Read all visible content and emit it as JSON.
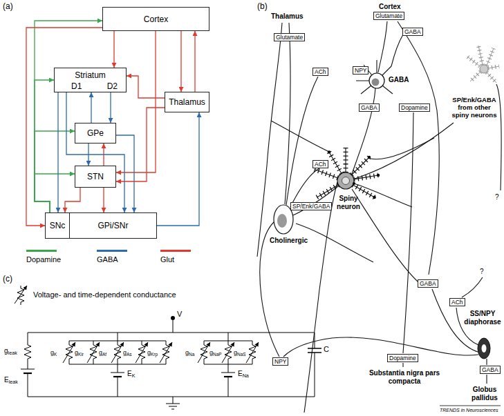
{
  "diagram": {
    "nodes": [
      {
        "text": [
          "Cortex"
        ]
      },
      {
        "text": [
          "Striatum",
          "D1",
          "D2"
        ]
      },
      {
        "text": [
          "GPe"
        ]
      },
      {
        "text": [
          "Thalamus"
        ]
      },
      {
        "text": [
          "STN"
        ]
      },
      {
        "text": [
          "SNc"
        ]
      },
      {
        "text": [
          "GPi/SNr"
        ]
      },
      {
        "text": [
          "Glutamate"
        ]
      },
      {
        "text": [
          "GABA"
        ]
      },
      {
        "text": [
          "Glutamate"
        ]
      },
      {
        "text": [
          "ACh"
        ]
      },
      {
        "text": [
          "NPY"
        ]
      },
      {
        "text": [
          "GABA"
        ]
      },
      {
        "text": [
          "Dopamine"
        ]
      },
      {
        "text": [
          "ACh"
        ]
      },
      {
        "text": [
          "SP/Enk/GABA"
        ]
      },
      {
        "text": [
          "GABA"
        ]
      },
      {
        "text": [
          "ACh"
        ]
      },
      {
        "text": [
          "NPY"
        ]
      },
      {
        "text": [
          "Dopamine"
        ]
      },
      {
        "text": [
          "GABA"
        ]
      }
    ],
    "edges": [
      {
        "from": 5,
        "to": 0,
        "arrow": "to"
      },
      {
        "from": 5,
        "to": 1,
        "arrow": "to"
      },
      {
        "from": 5,
        "to": 2,
        "arrow": "to"
      },
      {
        "from": 5,
        "to": 4,
        "arrow": "to"
      },
      {
        "from": 0,
        "to": 1,
        "arrow": "to"
      },
      {
        "from": 0,
        "to": 3,
        "arrow": "to"
      },
      {
        "from": 3,
        "to": 0,
        "arrow": "to"
      },
      {
        "from": 0,
        "to": 4,
        "arrow": "to"
      },
      {
        "from": 0,
        "to": 5,
        "arrow": "to"
      },
      {
        "from": 3,
        "to": 1,
        "arrow": "to"
      },
      {
        "from": 3,
        "to": 4,
        "arrow": "to"
      },
      {
        "from": 4,
        "to": 5,
        "arrow": "to"
      },
      {
        "from": 4,
        "to": 6,
        "arrow": "to"
      },
      {
        "from": 4,
        "to": 2,
        "arrow": "to"
      },
      {
        "from": 1,
        "to": 5,
        "arrow": "to"
      },
      {
        "from": 1,
        "to": 6,
        "arrow": "to"
      },
      {
        "from": 1,
        "to": 2,
        "arrow": "to"
      },
      {
        "from": 2,
        "to": 1,
        "arrow": "to"
      },
      {
        "from": 2,
        "to": 4,
        "arrow": "to"
      },
      {
        "from": 2,
        "to": 6,
        "arrow": "to"
      },
      {
        "from": 6,
        "to": 3,
        "arrow": "to"
      }
    ],
    "labels": [
      "(a)",
      "(b)",
      "Thalamus",
      "Cortex",
      "GABA",
      "SP/Enk/GABA from other spiny neurons",
      "Spiny neuron",
      "Cholinergic",
      "?",
      "?",
      "SS/NPY diaphorase",
      "Substantia nigra pars compacta",
      "Globus pallidus",
      "(c)",
      "Voltage- and time-dependent conductance",
      "V",
      "gleak",
      "Eleak",
      "gK",
      "gKir",
      "gAf",
      "gAs",
      "gKrp",
      "EK",
      "gNa",
      "gNaP",
      "gNaS",
      "ENa",
      "C",
      "TRENDS in Neurosciences"
    ],
    "legend": [
      {
        "text": "Dopamine",
        "color": "#3aa64b"
      },
      {
        "text": "GABA",
        "color": "#2b6cb0"
      },
      {
        "text": "Glut",
        "color": "#e03a2f"
      }
    ]
  }
}
